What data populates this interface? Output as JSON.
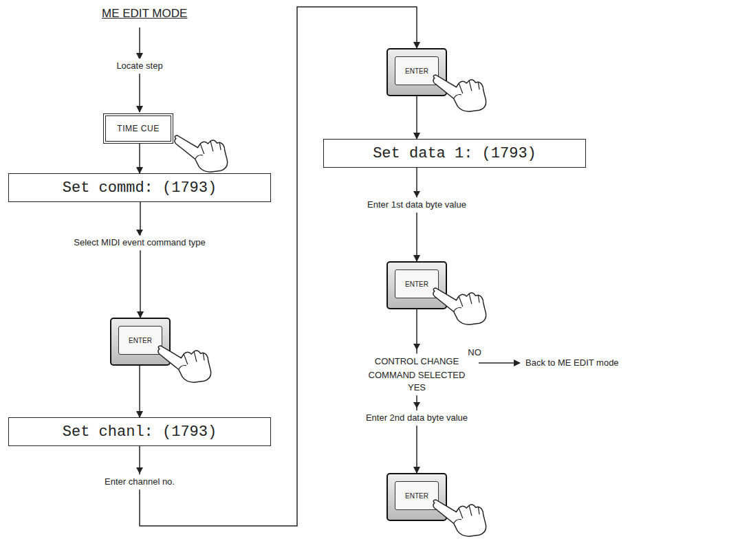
{
  "diagram": {
    "title": "ME EDIT MODE",
    "nodes": [
      {
        "text": [
          "TIME CUE"
        ]
      },
      {
        "text": [
          "Set commd: (1793)"
        ]
      },
      {
        "text": [
          "ENTER"
        ]
      },
      {
        "text": [
          "Set chanl: (1793)"
        ]
      },
      {
        "text": [
          "ENTER"
        ]
      },
      {
        "text": [
          "Set data 1: (1793)"
        ]
      },
      {
        "text": [
          "ENTER"
        ]
      },
      {
        "text": [
          "ENTER"
        ]
      }
    ],
    "edges": [
      {
        "from": 0,
        "to": 1,
        "arrow": "to"
      },
      {
        "from": 1,
        "to": 2,
        "arrow": "to",
        "label": "Select MIDI event command type"
      },
      {
        "from": 2,
        "to": 3,
        "arrow": "to"
      },
      {
        "from": 3,
        "to": 4,
        "arrow": "to",
        "label": "Enter channel no."
      },
      {
        "from": 4,
        "to": 5,
        "arrow": "to"
      },
      {
        "from": 5,
        "to": 6,
        "arrow": "to",
        "label": "Enter 1st data byte value"
      },
      {
        "from": 6,
        "to": 7,
        "arrow": "to"
      }
    ],
    "labels": [
      "Locate step",
      "CONTROL CHANGE COMMAND SELECTED",
      "NO",
      "Back to ME EDIT mode",
      "YES",
      "Enter 2nd data byte value"
    ]
  }
}
